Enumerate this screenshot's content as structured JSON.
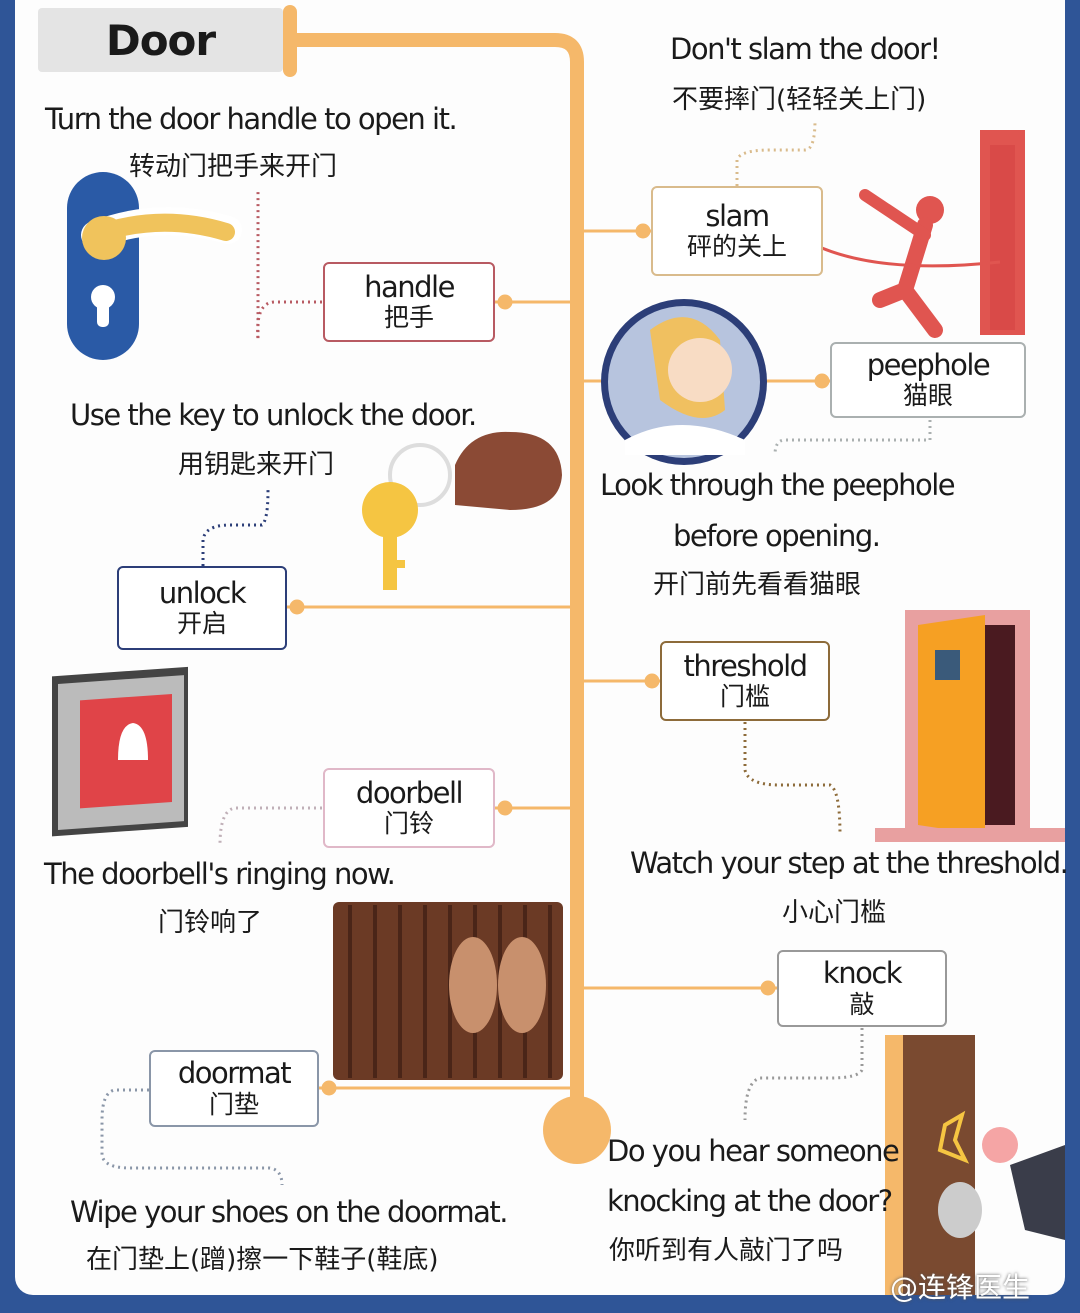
{
  "title": "Door",
  "colors": {
    "frame": "#2f5597",
    "spine": "#f5b86a"
  },
  "items": {
    "handle": {
      "word": "handle",
      "zh": "把手",
      "sentence": "Turn the door handle to open it.",
      "sentence_zh": "转动门把手来开门"
    },
    "slam": {
      "word": "slam",
      "zh": "砰的关上",
      "sentence": "Don't slam the door!",
      "sentence_zh": "不要摔门(轻轻关上门)"
    },
    "peephole": {
      "word": "peephole",
      "zh": "猫眼",
      "sentence_1": "Look through the peephole",
      "sentence_2": "before opening.",
      "sentence_zh": "开门前先看看猫眼"
    },
    "unlock": {
      "word": "unlock",
      "zh": "开启",
      "sentence": "Use the key to unlock the door.",
      "sentence_zh": "用钥匙来开门"
    },
    "threshold": {
      "word": "threshold",
      "zh": "门槛",
      "sentence": "Watch your step at the threshold.",
      "sentence_zh": "小心门槛"
    },
    "doorbell": {
      "word": "doorbell",
      "zh": "门铃",
      "sentence": "The doorbell's ringing now.",
      "sentence_zh": "门铃响了"
    },
    "knock": {
      "word": "knock",
      "zh": "敲",
      "sentence_1": "Do you hear someone",
      "sentence_2": "knocking at the door?",
      "sentence_zh": "你听到有人敲门了吗"
    },
    "doormat": {
      "word": "doormat",
      "zh": "门垫",
      "sentence": "Wipe your shoes on the doormat.",
      "sentence_zh": "在门垫上(蹭)擦一下鞋子(鞋底)"
    }
  },
  "watermark": "@连锋医生"
}
